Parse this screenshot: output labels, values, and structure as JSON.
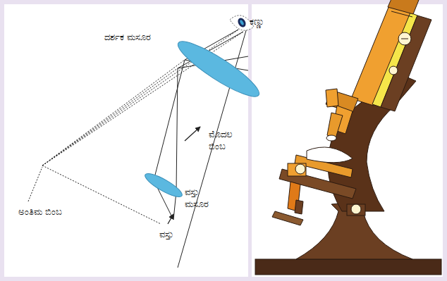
{
  "diagram": {
    "labels": [
      "ಕಣ್ಣು",
      "ದರ್ಶಕ ಮಸೂರ",
      "ಮೊದಲ ಬಿಂಬ",
      "ವಸ್ತು ಮಸೂರ",
      "ವಸ್ತು",
      "ಅಂತಿಮ ಬಿಂಬ"
    ]
  }
}
